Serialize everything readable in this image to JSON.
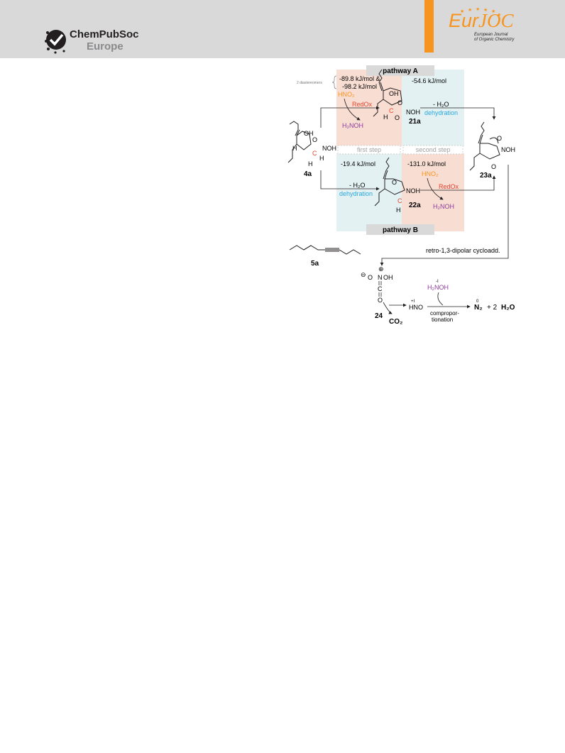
{
  "header": {
    "publisher_name": "ChemPubSoc",
    "publisher_region": "Europe",
    "journal_short_a": "Eur",
    "journal_short_b": "JOC",
    "journal_full_1": "European Journal",
    "journal_full_2": "of Organic Chemistry"
  },
  "scheme": {
    "pathway_a": "pathway A",
    "pathway_b": "pathway B",
    "first_step": "first step",
    "second_step": "second step",
    "diastereomers_note": "2 diastereomers",
    "energy_a1_line1": "-89.8 kJ/mol &",
    "energy_a1_line2": "-98.2 kJ/mol",
    "energy_a2": "-54.6 kJ/mol",
    "energy_b1": "-19.4 kJ/mol",
    "energy_b2": "-131.0 kJ/mol",
    "reagent_hno2": "HNO₂",
    "redox": "RedOx",
    "product_h2noh": "H₂NOH",
    "minus_h2o": "- H₂O",
    "dehydration": "dehydration",
    "oh": "OH",
    "noh": "NOH",
    "o": "O",
    "h": "H",
    "c": "C",
    "compound_4a": "4a",
    "compound_21a": "21a",
    "compound_22a": "22a",
    "compound_23a": "23a",
    "compound_5a": "5a",
    "compound_24": "24",
    "retro_cycloadd": "retro-1,3-dipolar cycloadd.",
    "co2": "CO₂",
    "hno": "HNO",
    "hno_ox": "+I",
    "h2noh_ox": "-I",
    "n2_ox": "0",
    "compropor_1": "compropor-",
    "compropor_2": "tionation",
    "n2": "N₂",
    "plus_2": "+ 2",
    "h2o": "H₂O",
    "minus_charge": "⊖",
    "plus_charge": "⊕",
    "n_atom": "N"
  },
  "colors": {
    "orange": "#f7941d",
    "red": "#e8432e",
    "purple": "#8e3c9b",
    "blue": "#2aa7dc",
    "panel_a_left": "#f8ddd3",
    "panel_a_right": "#e3f1f3",
    "panel_b_left": "#e3f1f3",
    "panel_b_right": "#f8ddd3"
  }
}
